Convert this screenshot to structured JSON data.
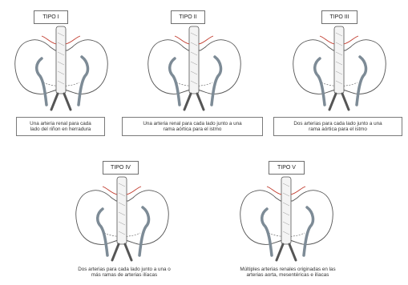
{
  "panels": [
    {
      "title": "TIPO I",
      "caption_lines": [
        "Una arteria renal para cada",
        "lado del riñon en herradura"
      ]
    },
    {
      "title": "TIPO II",
      "caption_lines": [
        "Una arteria renal para cada lado junto a una",
        "rama aórtica para el istmo"
      ]
    },
    {
      "title": "TIPO III",
      "caption_lines": [
        "Dos arterias para cada lado junto a una",
        "rama aórtica para el istmo"
      ]
    },
    {
      "title": "TIPO IV",
      "caption_lines": [
        "Dos arterias para cada lado junto a una o",
        "más ramas de arterias ilíacas"
      ]
    },
    {
      "title": "TIPO V",
      "caption_lines": [
        "Múltiples arterias renales originadas en las",
        "arterias aorta, mesentéricas e ilíacas"
      ]
    }
  ],
  "colors": {
    "ureter": "#7d8b96",
    "artery": "#c0392b",
    "outline": "#555555",
    "box_border": "#6f6f6f"
  }
}
